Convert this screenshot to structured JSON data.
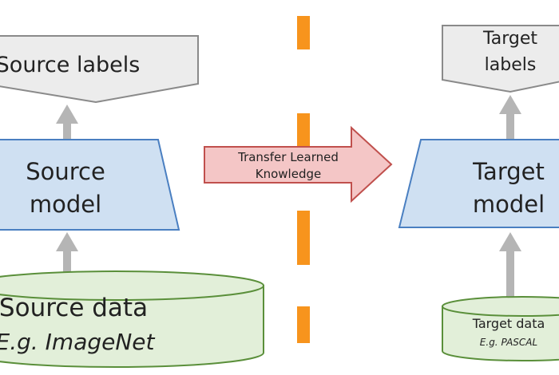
{
  "source": {
    "labels_text": "Source labels",
    "model_lines": [
      "Source",
      "model"
    ],
    "data_title": "Source data",
    "data_example": "E.g. ImageNet"
  },
  "transfer": {
    "lines": [
      "Transfer Learned",
      "Knowledge"
    ]
  },
  "target": {
    "labels_lines": [
      "Target",
      "labels"
    ],
    "model_lines": [
      "Target",
      "model"
    ],
    "data_title": "Target data",
    "data_example": "E.g. PASCAL"
  },
  "colors": {
    "label_fill": "#ececec",
    "label_stroke": "#8a8a8a",
    "model_fill": "#cfe0f2",
    "model_stroke": "#4a7fc1",
    "data_fill": "#e2efd9",
    "data_stroke": "#5a8f3a",
    "arrow_gray": "#b5b5b5",
    "transfer_fill": "#f4c6c6",
    "transfer_stroke": "#c0504d",
    "divider": "#f7941d"
  }
}
